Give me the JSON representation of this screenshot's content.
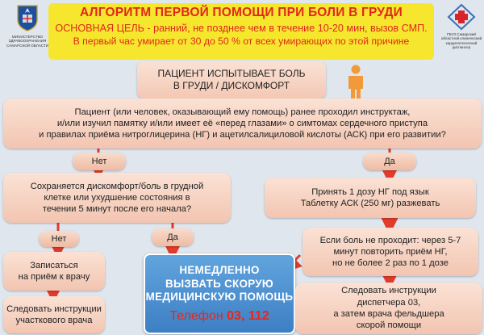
{
  "header": {
    "title": "АЛГОРИТМ ПЕРВОЙ ПОМОЩИ ПРИ БОЛИ В ГРУДИ",
    "subtitle_line1": "ОСНОВНАЯ ЦЕЛЬ - ранний, не позднее чем в течение 10-20 мин, вызов СМП.",
    "subtitle_line2": "В первый час умирает от 30 до 50 % от всех умирающих по этой причине",
    "left_logo_text": "МИНИСТЕРСТВО\nЗДРАВООХРАНЕНИЯ\nСАМАРСКОЙ ОБЛАСТИ",
    "right_logo_text": "ГБУЗ Самарский\nобластной клинический\nкардиологический\nдиспансер",
    "left_logo_icon": "coat-of-arms-icon",
    "right_logo_icon": "heart-cross-icon"
  },
  "flow": {
    "patient": "ПАЦИЕНТ ИСПЫТЫВАЕТ БОЛЬ\nВ ГРУДИ / ДИСКОМФОРТ",
    "question": "Пациент (или человек, оказывающий ему помощь) ранее проходил инструктаж,\nи/или изучил памятку и/или имеет её «перед глазами» о симтомах сердечного приступа\nи правилах приёма нитроглицерина (НГ) и ацетилсалициловой кислоты (АСК) при его развитии?",
    "no_label": "Нет",
    "yes_label": "Да",
    "discomfort_question": "Сохраняется дискомфорт/боль в грудной\nклетке или ухудшение состояния в\nтечении 5 минут после его начала?",
    "ng_instruction": "Принять 1 дозу НГ под язык\nТаблетку АСК (250 мг) разжевать",
    "repeat_instruction": "Если боль не проходит: через 5-7\nминут повторить приём НГ,\nно не более 2 раз по 1 дозе",
    "appointment": "Записаться\nна приём к врачу",
    "local_doctor": "Следовать инструкции\nучасткового врача",
    "emergency": "НЕМЕДЛЕННО\nВЫЗВАТЬ СКОРУЮ\nМЕДИЦИНСКУЮ ПОМОЩЬ",
    "phone_label": "Телефон ",
    "phone_numbers": "03, 112",
    "dispatcher": "Следовать инструкции\nдиспетчера 03,\nа затем врача фельдшера\nскорой помощи",
    "person_icon": "person-icon"
  },
  "colors": {
    "banner": "#f6e72e",
    "title_red": "#e1271a",
    "box_peach": "#f4cbb7",
    "emergency_blue": "#4a8cd0",
    "arrow_red": "#e23b2a",
    "background": "#dfe6ee"
  }
}
